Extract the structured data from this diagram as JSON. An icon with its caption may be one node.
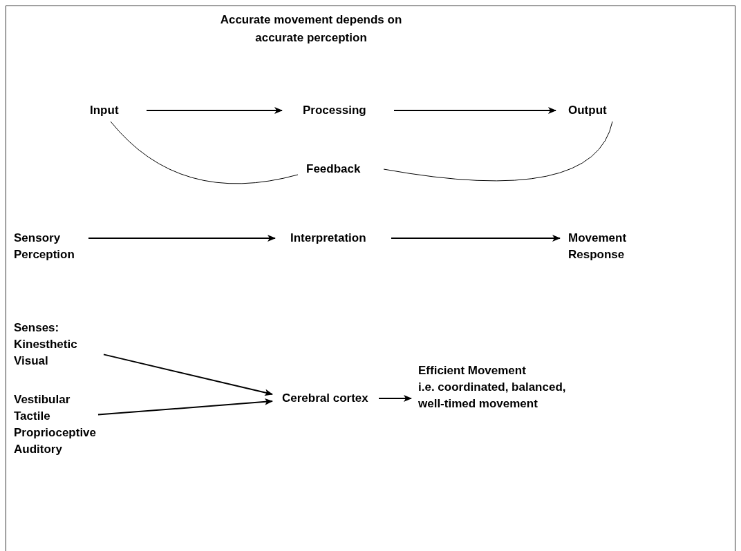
{
  "diagram": {
    "title": "Accurate movement depends on accurate perception",
    "nodes": [
      {
        "text": [
          "Input"
        ]
      },
      {
        "text": [
          "Processing"
        ]
      },
      {
        "text": [
          "Output"
        ]
      },
      {
        "text": [
          "Feedback"
        ]
      },
      {
        "text": [
          "Sensory Perception"
        ]
      },
      {
        "text": [
          "Interpretation"
        ]
      },
      {
        "text": [
          "Movement Response"
        ]
      },
      {
        "text": [
          "Senses:",
          "Kinesthetic Visual"
        ]
      },
      {
        "text": [
          "Vestibular Tactile Proprioceptive Auditory"
        ]
      },
      {
        "text": [
          "Cerebral cortex"
        ]
      },
      {
        "text": [
          "Efficient Movement",
          "i.e. coordinated, balanced, well-timed movement"
        ]
      }
    ],
    "edges": [
      {
        "from": 0,
        "to": 1,
        "arrow": "to"
      },
      {
        "from": 1,
        "to": 2,
        "arrow": "to"
      },
      {
        "from": 0,
        "to": 3,
        "arrow": "none"
      },
      {
        "from": 3,
        "to": 2,
        "arrow": "none"
      },
      {
        "from": 4,
        "to": 5,
        "arrow": "to"
      },
      {
        "from": 5,
        "to": 6,
        "arrow": "to"
      },
      {
        "from": 7,
        "to": 9,
        "arrow": "to"
      },
      {
        "from": 8,
        "to": 9,
        "arrow": "to"
      },
      {
        "from": 9,
        "to": 10,
        "arrow": "to"
      }
    ]
  }
}
